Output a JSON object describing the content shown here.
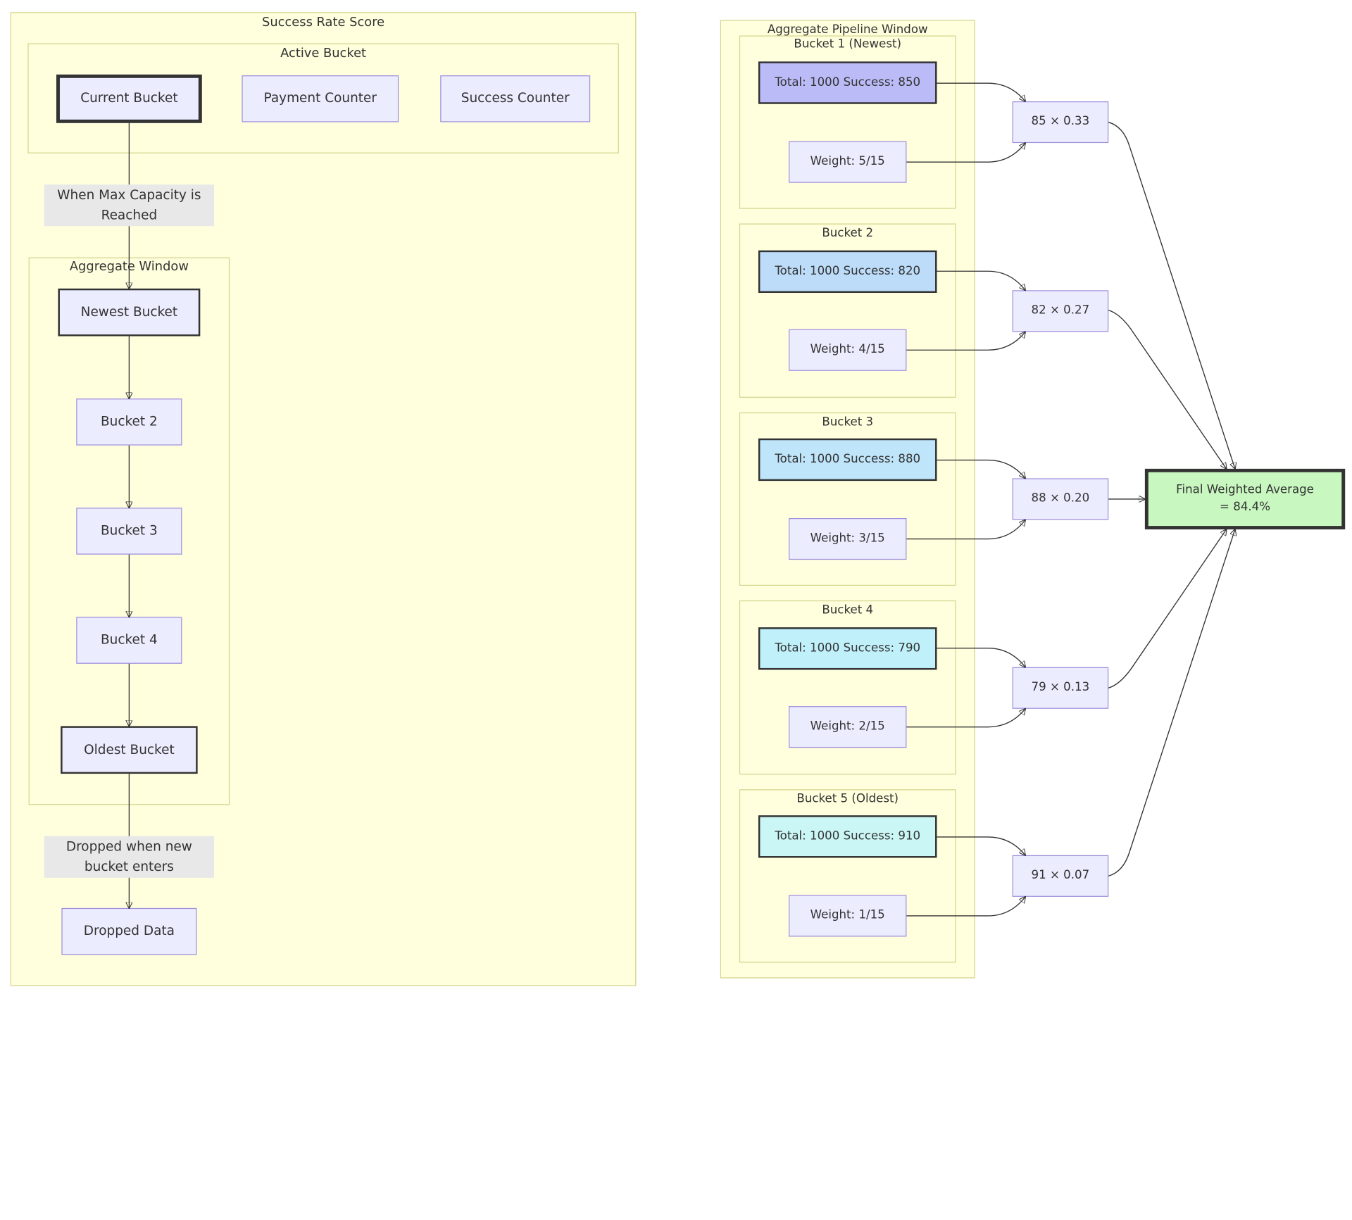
{
  "colors": {
    "cluster_fill": "#ffffde",
    "cluster_border": "#d3d38c",
    "node_fill": "#ececff",
    "node_border": "#9f8fdb",
    "edge_label_fill": "#e8e8e8",
    "bucket1_fill": "#bbbbf7",
    "bucket2_fill": "#bcdcf9",
    "bucket3_fill": "#bfe5fb",
    "bucket4_fill": "#c0f0fa",
    "bucket5_fill": "#cbf6f6",
    "final_fill": "#c8f7c0"
  },
  "left": {
    "title": "Success Rate Score",
    "active_bucket": {
      "title": "Active Bucket",
      "current_bucket": "Current Bucket",
      "payment_counter": "Payment Counter",
      "success_counter": "Success Counter"
    },
    "edge_max_capacity": "When Max Capacity is Reached",
    "aggregate_window": {
      "title": "Aggregate Window",
      "newest_bucket": "Newest Bucket",
      "bucket_2": "Bucket 2",
      "bucket_3": "Bucket 3",
      "bucket_4": "Bucket 4",
      "oldest_bucket": "Oldest Bucket"
    },
    "edge_dropped": "Dropped when new bucket enters",
    "dropped_data": "Dropped Data"
  },
  "right": {
    "title": "Aggregate Pipeline Window",
    "buckets": [
      {
        "title": "Bucket 1 (Newest)",
        "total": "Total: 1000 Success: 850",
        "weight": "Weight: 5/15",
        "product": "85 × 0.33"
      },
      {
        "title": "Bucket 2",
        "total": "Total: 1000 Success: 820",
        "weight": "Weight: 4/15",
        "product": "82 × 0.27"
      },
      {
        "title": "Bucket 3",
        "total": "Total: 1000 Success: 880",
        "weight": "Weight: 3/15",
        "product": "88 × 0.20"
      },
      {
        "title": "Bucket 4",
        "total": "Total: 1000 Success: 790",
        "weight": "Weight: 2/15",
        "product": "79 × 0.13"
      },
      {
        "title": "Bucket 5 (Oldest)",
        "total": "Total: 1000 Success: 910",
        "weight": "Weight: 1/15",
        "product": "91 × 0.07"
      }
    ],
    "final": "Final Weighted Average = 84.4%"
  }
}
